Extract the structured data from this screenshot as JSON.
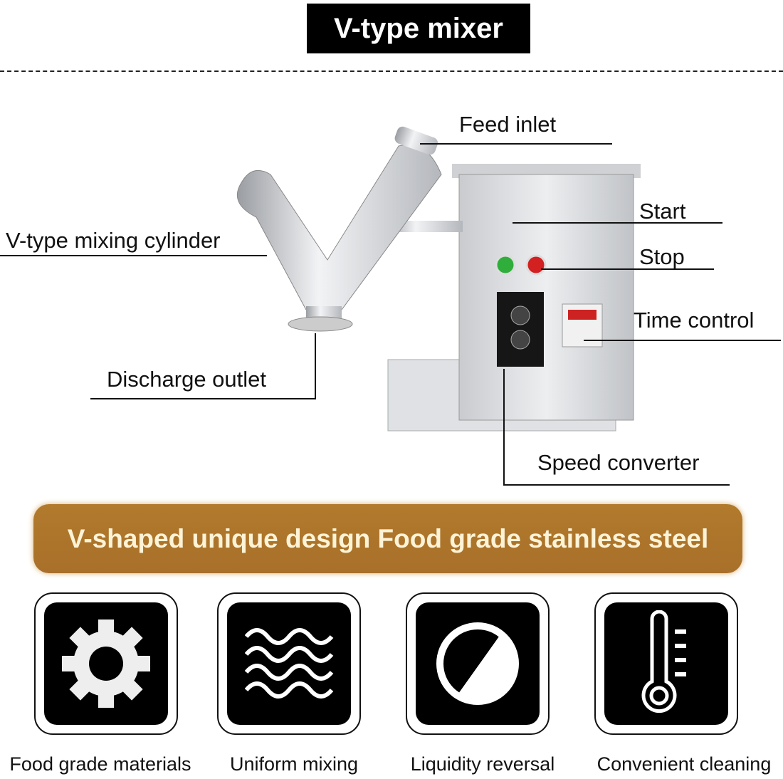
{
  "title": "V-type mixer",
  "callouts": {
    "feed_inlet": "Feed inlet",
    "cylinder": "V-type mixing cylinder",
    "start": "Start",
    "stop": "Stop",
    "time_control": "Time control",
    "discharge": "Discharge outlet",
    "speed": "Speed converter"
  },
  "banner": "V-shaped unique design Food grade stainless steel",
  "features": [
    {
      "label": "Food grade materials",
      "icon": "gear-icon"
    },
    {
      "label": "Uniform mixing",
      "icon": "waves-icon"
    },
    {
      "label": "Liquidity reversal",
      "icon": "half-circle-icon"
    },
    {
      "label": "Convenient cleaning",
      "icon": "thermometer-icon"
    }
  ],
  "colors": {
    "banner": "#b07a2c",
    "banner_text": "#fdf3d6",
    "start_button": "#2fae3c",
    "stop_button": "#d32020"
  }
}
